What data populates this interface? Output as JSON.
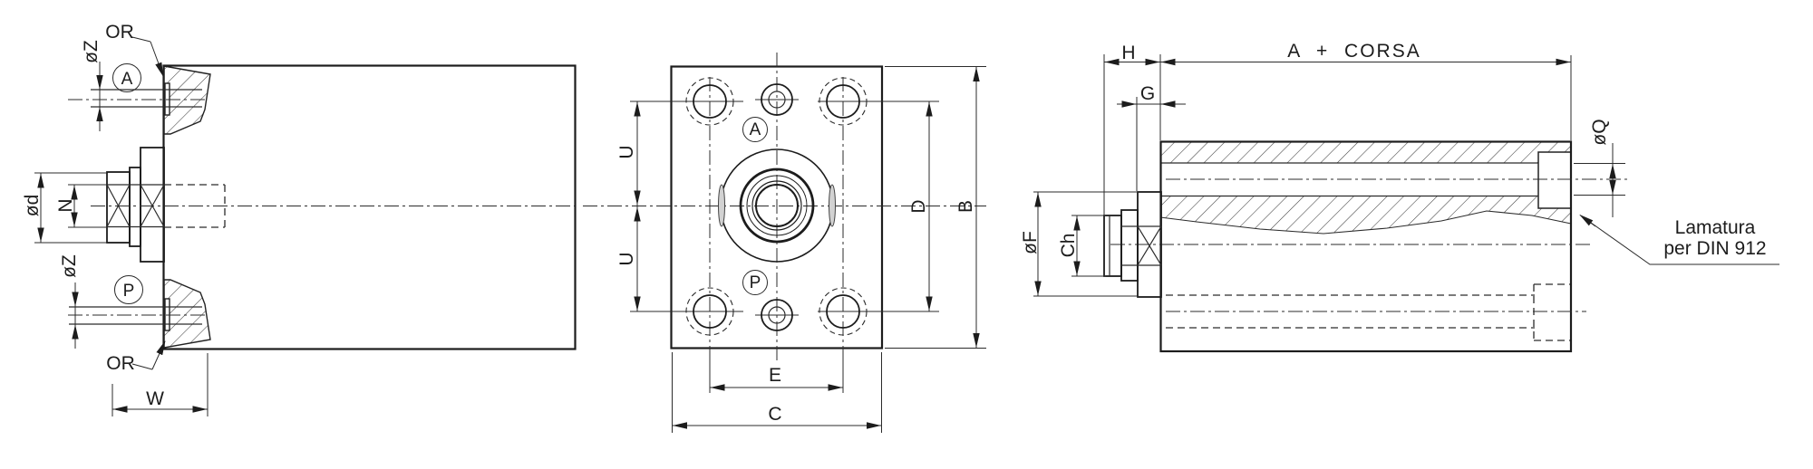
{
  "drawing": {
    "background": "#ffffff",
    "line_color": "#1c1c1c",
    "side_view": {
      "or_top": "OR",
      "dia_z_top": "øZ",
      "port_a": "A",
      "dia_d": "ød",
      "n": "N",
      "dia_z_bottom": "øZ",
      "port_p": "P",
      "or_bottom": "OR",
      "w": "W"
    },
    "front_view": {
      "u_upper": "U",
      "u_lower": "U",
      "port_a": "A",
      "port_p": "P",
      "d": "D",
      "b": "B",
      "e": "E",
      "c": "C"
    },
    "section_view": {
      "h": "H",
      "g": "G",
      "a_plus_stroke": "A + CORSA",
      "dia_f": "øF",
      "ch": "Ch",
      "dia_q": "øQ",
      "counterbore_note_line1": "Lamatura",
      "counterbore_note_line2": "per DIN 912"
    }
  }
}
